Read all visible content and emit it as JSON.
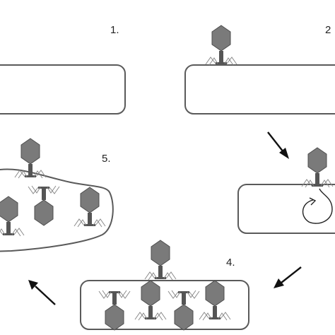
{
  "steps": [
    {
      "number": "1."
    },
    {
      "number": "2"
    },
    {
      "number": "4."
    },
    {
      "number": "5."
    }
  ],
  "colors": {
    "cell_outline": "#5a5a5a",
    "phage_head": "#7a7a7a",
    "phage_tail": "#555555",
    "arrow": "#111111"
  }
}
